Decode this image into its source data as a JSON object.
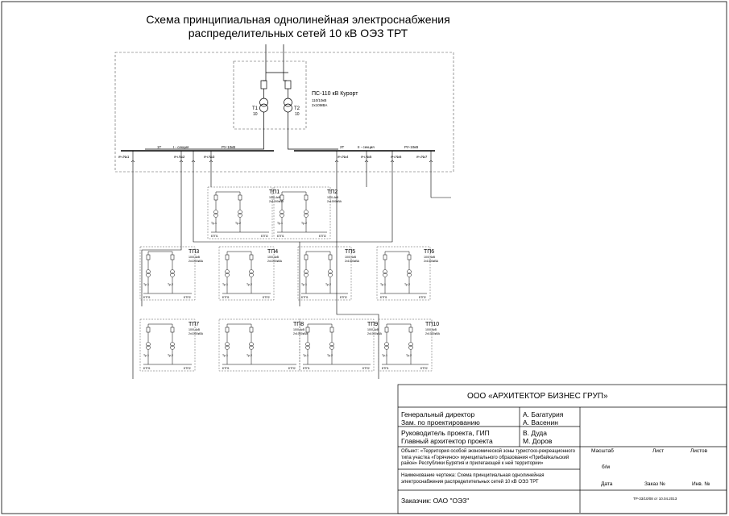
{
  "title": {
    "line1": "Схема принципиальная однолинейная электроснабжения",
    "line2": "распределительных сетей 10 кВ ОЭЗ ТРТ"
  },
  "substation": {
    "name": "ПС-110 кВ Курорт",
    "spec1": "110/10кВ",
    "spec2": "2х10МВА",
    "t1": "Т1",
    "t1_sub": "10",
    "t2": "Т2",
    "t2_sub": "10"
  },
  "bus": {
    "left_labels": [
      "яч.№1",
      "яч.№2",
      "яч.№3"
    ],
    "right_labels": [
      "яч.№4",
      "яч.№5",
      "яч.№6",
      "яч.№7"
    ],
    "left_top": [
      "1Т",
      "I - секция",
      "РУ-10кВ"
    ],
    "right_top": [
      "2Т",
      "II - секция",
      "РУ-10кВ"
    ]
  },
  "tps": [
    {
      "name": "ТП1",
      "spec1": "10/0,4кВ",
      "spec2": "2х1000кВА"
    },
    {
      "name": "ТП2",
      "spec1": "10/0,4кВ",
      "spec2": "2х1000кВА"
    },
    {
      "name": "ТП3",
      "spec1": "10/0,4кВ",
      "spec2": "2х1000кВА"
    },
    {
      "name": "ТП4",
      "spec1": "10/0,4кВ",
      "spec2": "2х1000кВА"
    },
    {
      "name": "ТП5",
      "spec1": "10/0,4кВ",
      "spec2": "2х1000кВА"
    },
    {
      "name": "ТП6",
      "spec1": "10/0,4кВ",
      "spec2": "2х1000кВА"
    },
    {
      "name": "ТП7",
      "spec1": "10/0,4кВ",
      "spec2": "2х1000кВА"
    },
    {
      "name": "ТП8",
      "spec1": "10/0,4кВ",
      "spec2": "2х1000кВА"
    },
    {
      "name": "ТП9",
      "spec1": "10/0,4кВ",
      "spec2": "2х1000кВА"
    },
    {
      "name": "ТП10",
      "spec1": "10/0,4кВ",
      "spec2": "2х1000кВА"
    }
  ],
  "tp_inner": {
    "t1": "Тр-1",
    "t2": "Тр-2",
    "b1": "БТП1",
    "b2": "БТП2"
  },
  "stamp": {
    "company": "ООО «АРХИТЕКТОР БИЗНЕС ГРУП»",
    "roles": [
      "Генеральный директор",
      "Зам. по проектированию",
      "Руководитель проекта, ГИП",
      "Главный архитектор проекта"
    ],
    "names": [
      "А. Багатурия",
      "А. Васенин",
      "В. Дуда",
      "М. Доров"
    ],
    "object": "Объект: «Территория особой экономической зоны туристско-рекреационного типа участка «Горячинск» муниципального образования «Прибайкальский район» Республики Бурятия и прилегающей к ней территории»",
    "drawing": "Наименование чертежа: Схема принципиальная однолинейная электроснабжения распределительных сетей 10 кВ ОЭЗ ТРТ",
    "customer": "Заказчик: ОАО \"ОЭЗ\"",
    "scale_label": "Масштаб",
    "scale_value": "б/м",
    "sheet_label": "Лист",
    "sheets_label": "Листов",
    "date_label": "Дата",
    "order_label": "Заказ №",
    "inv_label": "Инв. №",
    "doc_code": "ТР-33/10/08 от 10.04.2013"
  }
}
